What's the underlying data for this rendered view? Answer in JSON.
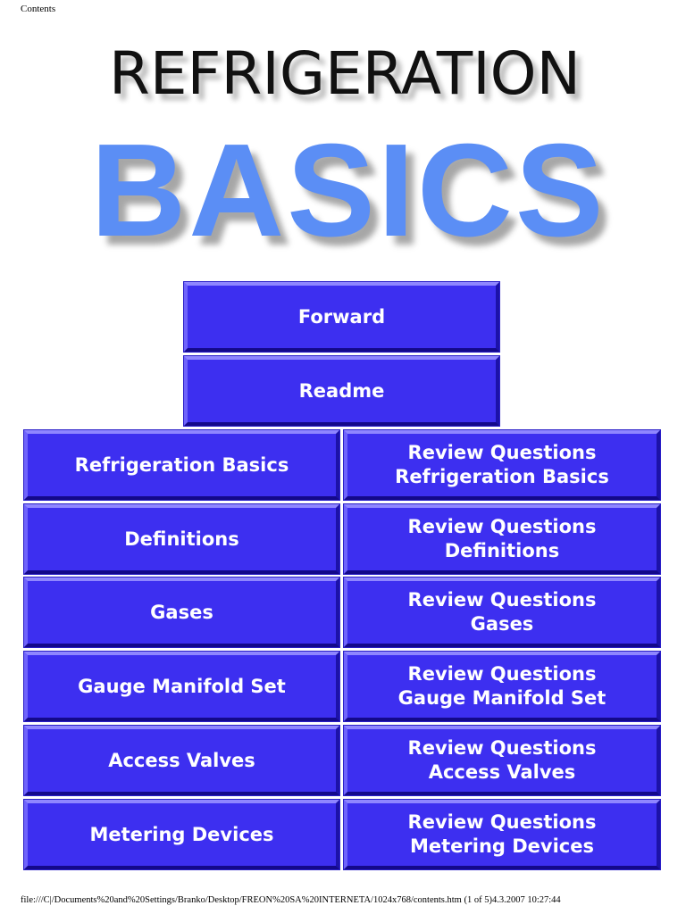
{
  "header": {
    "text": "Contents"
  },
  "title": {
    "line1": "REFRIGERATION",
    "line2": "BASICS"
  },
  "nav": {
    "forward": "Forward",
    "readme": "Readme",
    "topics": [
      {
        "label": "Refrigeration Basics",
        "review_line1": "Review Questions",
        "review_line2": "Refrigeration Basics"
      },
      {
        "label": "Definitions",
        "review_line1": "Review Questions",
        "review_line2": "Definitions"
      },
      {
        "label": "Gases",
        "review_line1": "Review Questions",
        "review_line2": "Gases"
      },
      {
        "label": "Gauge Manifold Set",
        "review_line1": "Review Questions",
        "review_line2": "Gauge Manifold Set"
      },
      {
        "label": "Access Valves",
        "review_line1": "Review Questions",
        "review_line2": "Access Valves"
      },
      {
        "label": "Metering Devices",
        "review_line1": "Review Questions",
        "review_line2": "Metering Devices"
      }
    ]
  },
  "footer": {
    "text": "file:///C|/Documents%20and%20Settings/Branko/Desktop/FREON%20SA%20INTERNETA/1024x768/contents.htm (1 of 5)4.3.2007 10:27:44"
  },
  "colors": {
    "button": "#3d2ff0",
    "title_blue": "#5b8ef5"
  }
}
